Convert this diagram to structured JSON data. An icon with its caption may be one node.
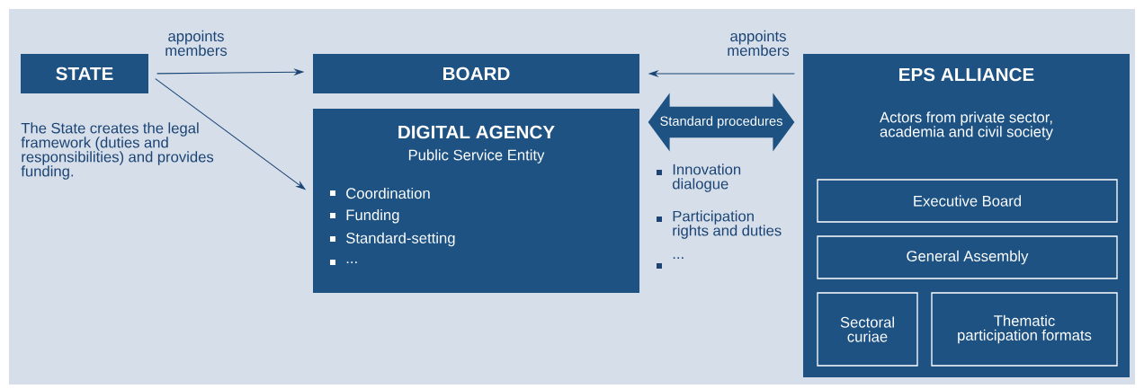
{
  "diagram": {
    "nodes": [
      {
        "text": [
          "STATE"
        ]
      },
      {
        "text": [
          "BOARD"
        ]
      },
      {
        "text": [
          "DIGITAL AGENCY",
          "Public Service Entity",
          "Coordination",
          "Funding",
          "Standard-setting",
          "..."
        ]
      },
      {
        "text": [
          "EPS ALLIANCE",
          "Actors from private sector, academia and civil society"
        ]
      },
      {
        "text": [
          "Executive Board"
        ],
        "in": 3
      },
      {
        "text": [
          "General Assembly"
        ],
        "in": 3
      },
      {
        "text": [
          "Sectoral curiae"
        ],
        "in": 3
      },
      {
        "text": [
          "Thematic participation formats"
        ],
        "in": 3
      }
    ],
    "edges": [
      {
        "from": 0,
        "to": 1,
        "arrow": "to",
        "label": "appoints members"
      },
      {
        "from": 0,
        "to": 2,
        "arrow": "to"
      },
      {
        "from": 3,
        "to": 1,
        "arrow": "to",
        "label": "appoints members"
      },
      {
        "from": 2,
        "to": 3,
        "arrow": "both",
        "label": "Standard procedures",
        "style": "thick"
      }
    ],
    "labels": [
      "The State creates the legal framework (duties and responsibilities) and provides funding.",
      "Innovation dialogue",
      "Participation rights and duties",
      "..."
    ]
  }
}
